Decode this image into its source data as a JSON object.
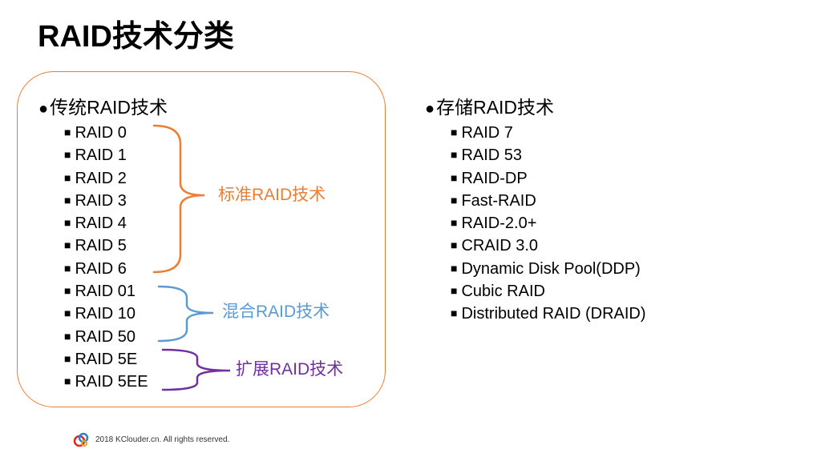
{
  "title": "RAID技术分类",
  "left": {
    "heading": "传统RAID技术",
    "bullet": "●",
    "items": [
      "RAID 0",
      "RAID 1",
      "RAID 2",
      "RAID 3",
      "RAID 4",
      "RAID 5",
      "RAID 6",
      "RAID 01",
      "RAID 10",
      "RAID 50",
      "RAID 5E",
      "RAID 5EE"
    ],
    "groups": [
      {
        "label": "标准RAID技术",
        "color": "#ED7D31"
      },
      {
        "label": "混合RAID技术",
        "color": "#5B9BD5"
      },
      {
        "label": "扩展RAID技术",
        "color": "#7030A0"
      }
    ]
  },
  "right": {
    "heading": "存储RAID技术",
    "bullet": "●",
    "items": [
      "RAID 7",
      "RAID 53",
      "RAID-DP",
      "Fast-RAID",
      "RAID-2.0+",
      "CRAID 3.0",
      "Dynamic Disk Pool(DDP)",
      "Cubic RAID",
      "Distributed RAID (DRAID)"
    ]
  },
  "item_marker": "■",
  "frame_color": "#ED7D31",
  "footer": {
    "text": "2018 KClouder.cn. All rights reserved.",
    "logo_icon": "kclouder-logo-icon"
  }
}
